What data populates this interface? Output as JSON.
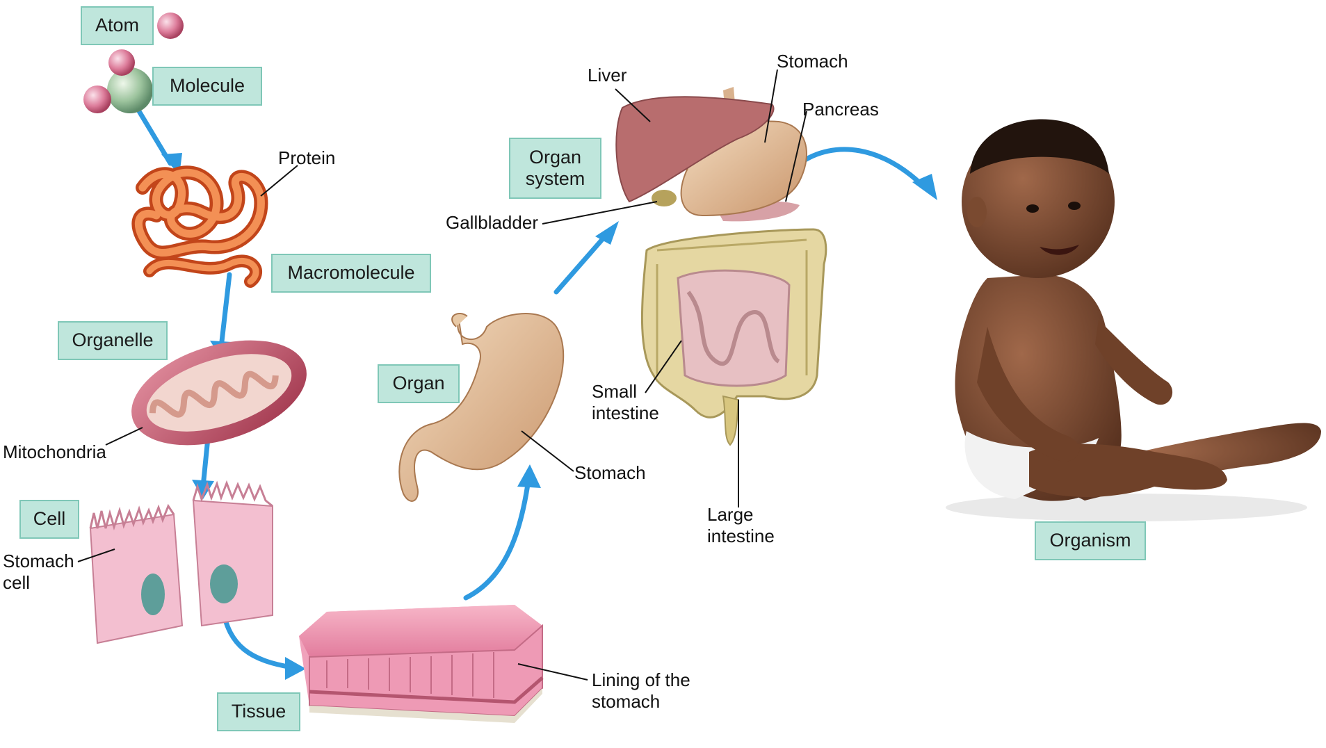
{
  "stages": {
    "atom": "Atom",
    "molecule": "Molecule",
    "macromolecule": "Macromolecule",
    "organelle": "Organelle",
    "cell": "Cell",
    "tissue": "Tissue",
    "organ": "Organ",
    "organ_system": "Organ\nsystem",
    "organism": "Organism"
  },
  "callouts": {
    "protein": "Protein",
    "mitochondria": "Mitochondria",
    "stomach_cell": "Stomach\ncell",
    "lining": "Lining of the\nstomach",
    "stomach_organ": "Stomach",
    "liver": "Liver",
    "stomach_system": "Stomach",
    "pancreas": "Pancreas",
    "gallbladder": "Gallbladder",
    "small_intestine": "Small\nintestine",
    "large_intestine": "Large\nintestine"
  },
  "colors": {
    "label_box_fill": "#bfe6dc",
    "label_box_border": "#7fc7b7",
    "arrow": "#2f9ae0",
    "protein": "#f07a3a",
    "mitochondrion": "#c4566a",
    "cell": "#f3bfd0",
    "tissue": "#e98aa7",
    "stomach": "#ddb28f",
    "liver": "#b66a6a",
    "intestine": "#d9c98a",
    "skin": "#7a4a30"
  }
}
